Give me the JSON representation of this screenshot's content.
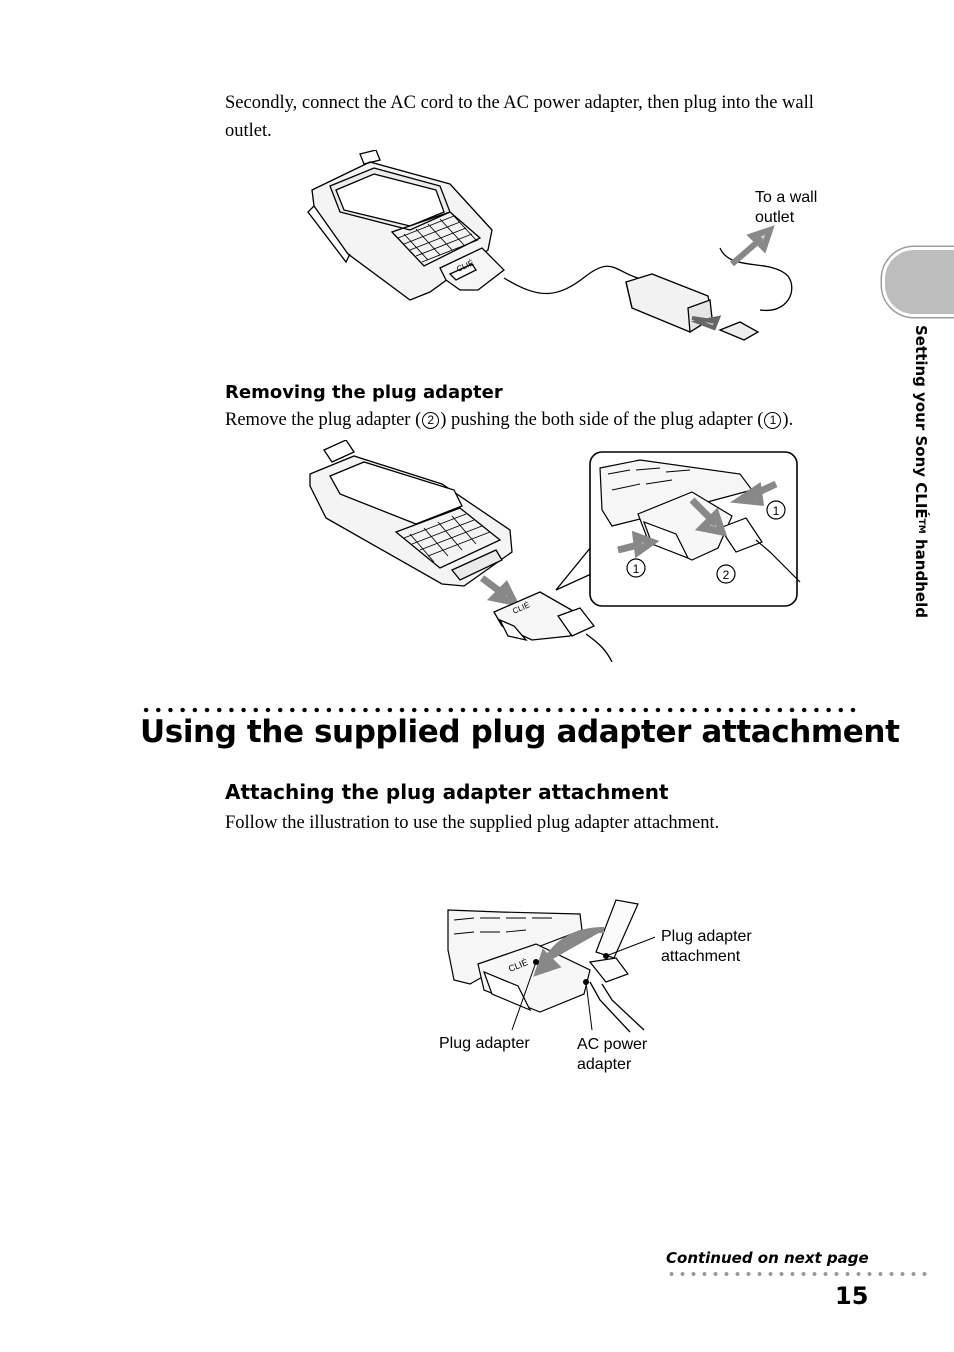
{
  "intro": {
    "line1": "Secondly, connect the AC cord to the AC power adapter, then plug into the wall",
    "line2": "outlet."
  },
  "figure1": {
    "label_wall": "To a wall",
    "label_wall2": "outlet"
  },
  "removing": {
    "heading": "Removing the plug adapter",
    "text_a": "Remove the plug adapter (",
    "num_a": "2",
    "text_b": ") pushing the both side of the plug adapter (",
    "num_b": "1",
    "text_c": ")."
  },
  "figure2": {
    "brand": "CLIÉ",
    "callout_1a": "1",
    "callout_1b": "1",
    "callout_2": "2"
  },
  "section": {
    "title": "Using the supplied plug adapter attachment"
  },
  "attaching": {
    "heading": "Attaching the plug adapter attachment",
    "text": "Follow the illustration to use the supplied plug adapter attachment."
  },
  "figure3": {
    "label_attachment": "Plug adapter",
    "label_attachment2": "attachment",
    "label_plug_adapter": "Plug adapter",
    "label_ac": "AC power",
    "label_ac2": "adapter"
  },
  "sidebar": {
    "text_a": "Setting your Sony CLIÉ",
    "text_tm": "TM",
    "text_b": " handheld"
  },
  "footer": {
    "continued": "Continued on next page",
    "page_number": "15"
  }
}
